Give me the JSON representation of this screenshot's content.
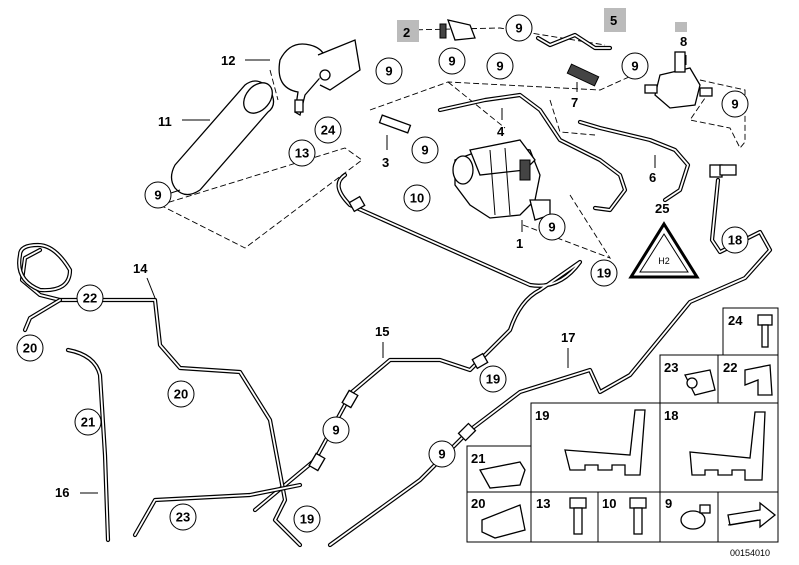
{
  "diagram": {
    "ref_number": "00154010",
    "top_labels": {
      "l1": "1",
      "l2": "2",
      "l3": "3",
      "l4": "4",
      "l5": "5",
      "l6": "6",
      "l7": "7",
      "l8": "8",
      "l11": "11",
      "l12": "12",
      "l14": "14",
      "l15": "15",
      "l16": "16",
      "l17": "17",
      "l25": "25"
    },
    "callouts": {
      "c9": "9",
      "c10": "10",
      "c13": "13",
      "c18": "18",
      "c19": "19",
      "c20": "20",
      "c21": "21",
      "c22": "22",
      "c23": "23",
      "c24": "24"
    },
    "legend": {
      "b24": "24",
      "b23": "23",
      "b22": "22",
      "b19": "19",
      "b18": "18",
      "b21": "21",
      "b20": "20",
      "b13": "13",
      "b10": "10",
      "b9": "9"
    }
  }
}
